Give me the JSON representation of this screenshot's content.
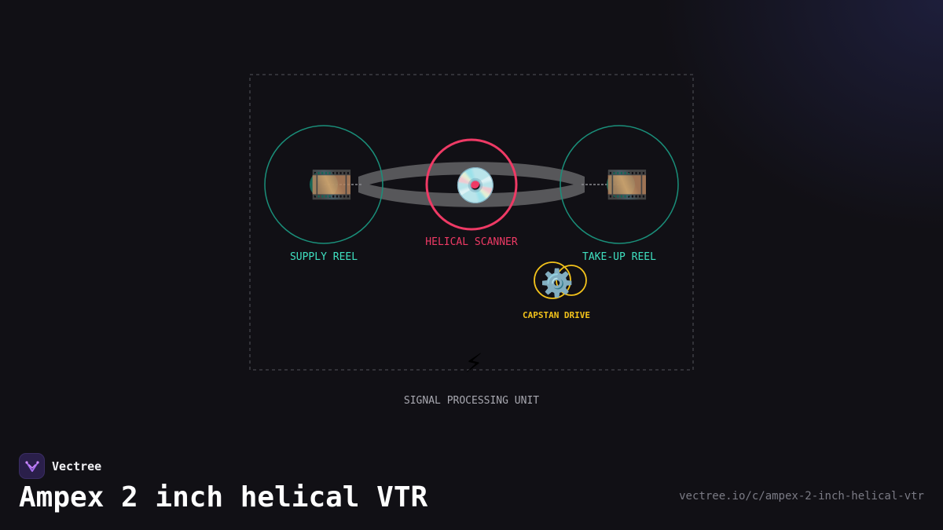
{
  "colors": {
    "background": "#111015",
    "reel": "#1a8f7a",
    "reel_label": "#3fe0c0",
    "scanner": "#ee3a65",
    "capstan": "#f2c21b",
    "tape": "#5c5c5e",
    "frame": "#3d3d44",
    "signal_label": "#a8a8b0"
  },
  "diagram": {
    "supply_reel": {
      "label": "SUPPLY REEL",
      "icon": "film-strip-icon",
      "glyph": "🎞️"
    },
    "helical_scanner": {
      "label": "HELICAL SCANNER",
      "icon": "disc-icon",
      "glyph": "💿"
    },
    "takeup_reel": {
      "label": "TAKE-UP REEL",
      "icon": "film-strip-icon",
      "glyph": "🎞️"
    },
    "capstan_drive": {
      "label": "CAPSTAN DRIVE",
      "icon": "gear-icon",
      "glyph": "⚙️"
    },
    "signal_unit": {
      "label": "SIGNAL PROCESSING UNIT",
      "icon": "lightning-icon",
      "glyph": "⚡"
    }
  },
  "brand": {
    "name": "Vectree",
    "logo_icon": "vectree-logo-icon"
  },
  "footer": {
    "title": "Ampex 2 inch helical VTR",
    "url": "vectree.io/c/ampex-2-inch-helical-vtr"
  }
}
